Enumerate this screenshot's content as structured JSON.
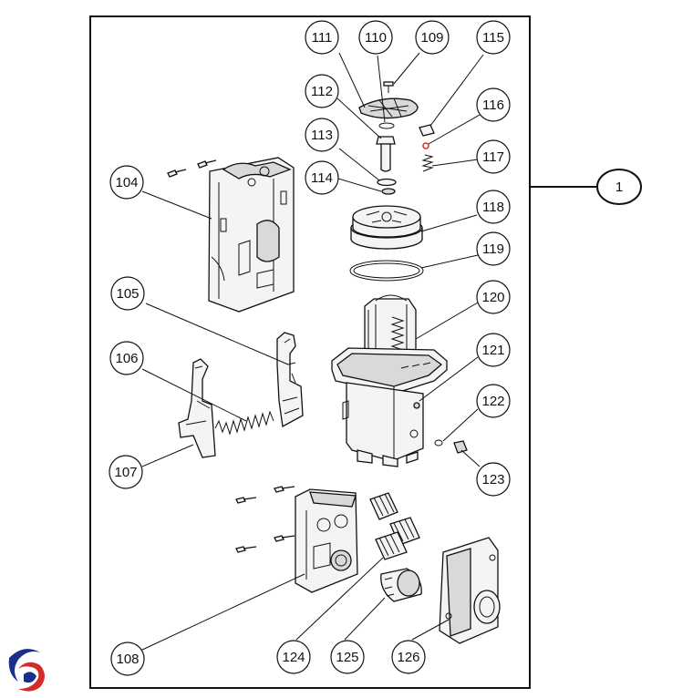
{
  "diagram": {
    "assembly_label": "1",
    "callouts": [
      {
        "id": "111",
        "label": "111"
      },
      {
        "id": "110",
        "label": "110"
      },
      {
        "id": "109",
        "label": "109"
      },
      {
        "id": "115",
        "label": "115"
      },
      {
        "id": "112",
        "label": "112"
      },
      {
        "id": "116",
        "label": "116"
      },
      {
        "id": "113",
        "label": "113"
      },
      {
        "id": "117",
        "label": "117"
      },
      {
        "id": "104",
        "label": "104"
      },
      {
        "id": "114",
        "label": "114"
      },
      {
        "id": "118",
        "label": "118"
      },
      {
        "id": "119",
        "label": "119"
      },
      {
        "id": "105",
        "label": "105"
      },
      {
        "id": "120",
        "label": "120"
      },
      {
        "id": "106",
        "label": "106"
      },
      {
        "id": "121",
        "label": "121"
      },
      {
        "id": "122",
        "label": "122"
      },
      {
        "id": "107",
        "label": "107"
      },
      {
        "id": "123",
        "label": "123"
      },
      {
        "id": "108",
        "label": "108"
      },
      {
        "id": "124",
        "label": "124"
      },
      {
        "id": "125",
        "label": "125"
      },
      {
        "id": "126",
        "label": "126"
      }
    ]
  },
  "logo": {
    "icon": "brand-logo-icon",
    "colors": [
      "#1a2f8a",
      "#d42a2a"
    ]
  }
}
